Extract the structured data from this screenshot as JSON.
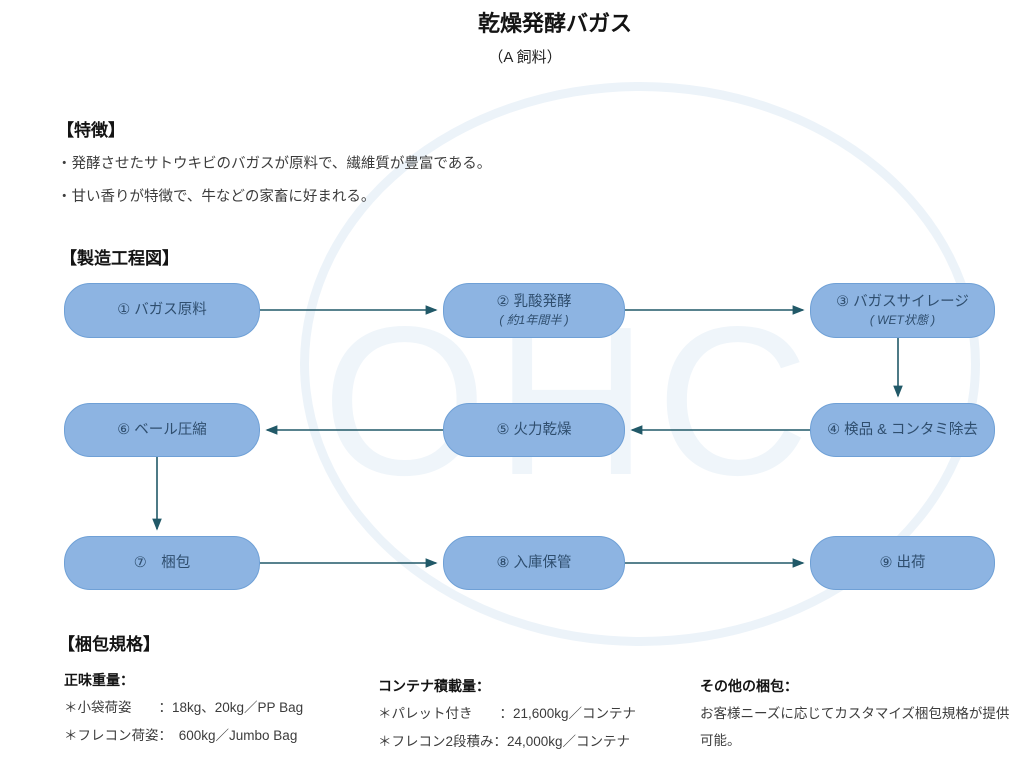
{
  "title": "乾燥発酵バガス",
  "subtitle": "（A 飼料）",
  "watermark": "OHC",
  "features": {
    "heading": "【特徴】",
    "items": [
      "・発酵させたサトウキビのバガスが原料で、繊維質が豊富である。",
      "・甘い香りが特徴で、牛などの家畜に好まれる。"
    ]
  },
  "flowchart": {
    "heading": "【製造工程図】",
    "box_fill_color": "#8db4e2",
    "box_border_color": "#6fa0d6",
    "arrow_color": "#215968",
    "steps": [
      {
        "title": "① バガス原料",
        "subtitle": ""
      },
      {
        "title": "② 乳酸発酵",
        "subtitle": "( 約1年間半 )"
      },
      {
        "title": "③ バガスサイレージ",
        "subtitle": "( WET状態 )"
      },
      {
        "title": "④ 検品 & コンタミ除去",
        "subtitle": ""
      },
      {
        "title": "⑤ 火力乾燥",
        "subtitle": ""
      },
      {
        "title": "⑥ ベール圧縮",
        "subtitle": ""
      },
      {
        "title": "⑦　梱包",
        "subtitle": ""
      },
      {
        "title": "⑧ 入庫保管",
        "subtitle": ""
      },
      {
        "title": "⑨ 出荷",
        "subtitle": ""
      }
    ],
    "flow_order": "①→②→③→④→⑤→⑥→⑦→⑧→⑨"
  },
  "packing": {
    "heading": "【梱包規格】",
    "columns": [
      {
        "header": "正味重量：",
        "lines": [
          "＊小袋荷姿　　：18kg、20kg／PP Bag",
          "＊フレコン荷姿：　600kg／Jumbo Bag"
        ]
      },
      {
        "header": "コンテナ積載量：",
        "lines": [
          "＊パレット付き　　：21,600kg／コンテナ",
          "＊フレコン2段積み：24,000kg／コンテナ"
        ]
      },
      {
        "header": "その他の梱包：",
        "lines": [
          "お客様ニーズに応じてカスタマイズ梱包規格が提供可能。"
        ]
      }
    ]
  }
}
